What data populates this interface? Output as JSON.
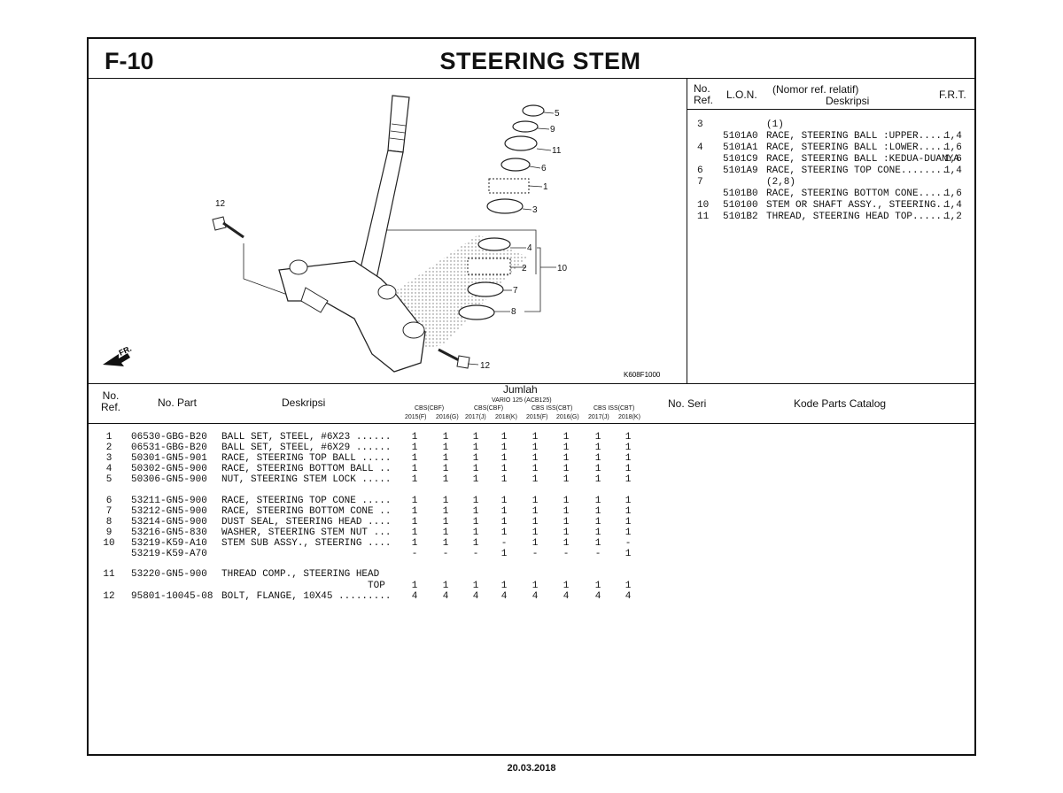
{
  "page": {
    "code": "F-10",
    "title": "STEERING STEM",
    "date": "20.03.2018"
  },
  "diagram": {
    "figure_id": "K608F1000",
    "fr_label": "FR.",
    "callouts": [
      "5",
      "9",
      "11",
      "6",
      "1",
      "3",
      "12",
      "4",
      "2",
      "10",
      "7",
      "8",
      "12"
    ]
  },
  "ref_table": {
    "headers": {
      "no_ref": "No.\nRef.",
      "lon": "L.O.N.",
      "desc_top": "(Nomor ref. relatif)",
      "desc": "Deskripsi",
      "frt": "F.R.T."
    },
    "rows": [
      {
        "ref": "3",
        "lon": "",
        "desc": "(1)",
        "frt": ""
      },
      {
        "ref": "",
        "lon": "5101A0",
        "desc": "RACE, STEERING BALL :UPPER.....",
        "frt": "1,4"
      },
      {
        "ref": "4",
        "lon": "5101A1",
        "desc": "RACE, STEERING BALL :LOWER.....",
        "frt": "1,6"
      },
      {
        "ref": "",
        "lon": "5101C9",
        "desc": "RACE, STEERING BALL :KEDUA-DUANYA",
        "frt": "1,6"
      },
      {
        "ref": "6",
        "lon": "5101A9",
        "desc": "RACE, STEERING TOP CONE........",
        "frt": "1,4"
      },
      {
        "ref": "7",
        "lon": "",
        "desc": "(2,8)",
        "frt": ""
      },
      {
        "ref": "",
        "lon": "5101B0",
        "desc": "RACE, STEERING BOTTOM CONE.....",
        "frt": "1,6"
      },
      {
        "ref": "10",
        "lon": "510100",
        "desc": "STEM OR SHAFT ASSY., STEERING..",
        "frt": "1,4"
      },
      {
        "ref": "11",
        "lon": "5101B2",
        "desc": "THREAD, STEERING HEAD TOP......",
        "frt": "1,2"
      }
    ]
  },
  "parts_table": {
    "headers": {
      "no_ref": "No.\nRef.",
      "no_part": "No. Part",
      "desc": "Deskripsi",
      "jumlah": "Jumlah",
      "model": "VARIO 125 (ACB125)",
      "groups": [
        "CBS(CBF)",
        "CBS(CBF)",
        "CBS ISS(CBT)",
        "CBS ISS(CBT)"
      ],
      "years": [
        "2015(F)",
        "2016(G)",
        "2017(J)",
        "2018(K)",
        "2015(F)",
        "2016(G)",
        "2017(J)",
        "2018(K)"
      ],
      "no_seri": "No. Seri",
      "catalog": "Kode Parts Catalog"
    },
    "rows": [
      {
        "ref": "1",
        "part": "06530-GBG-B20",
        "desc": "BALL SET, STEEL, #6X23 ......",
        "q": [
          "1",
          "1",
          "1",
          "1",
          "1",
          "1",
          "1",
          "1"
        ]
      },
      {
        "ref": "2",
        "part": "06531-GBG-B20",
        "desc": "BALL SET, STEEL, #6X29 ......",
        "q": [
          "1",
          "1",
          "1",
          "1",
          "1",
          "1",
          "1",
          "1"
        ]
      },
      {
        "ref": "3",
        "part": "50301-GN5-901",
        "desc": "RACE, STEERING TOP BALL .....",
        "q": [
          "1",
          "1",
          "1",
          "1",
          "1",
          "1",
          "1",
          "1"
        ]
      },
      {
        "ref": "4",
        "part": "50302-GN5-900",
        "desc": "RACE, STEERING BOTTOM BALL ..",
        "q": [
          "1",
          "1",
          "1",
          "1",
          "1",
          "1",
          "1",
          "1"
        ]
      },
      {
        "ref": "5",
        "part": "50306-GN5-900",
        "desc": "NUT, STEERING STEM LOCK .....",
        "q": [
          "1",
          "1",
          "1",
          "1",
          "1",
          "1",
          "1",
          "1"
        ]
      },
      {
        "ref": "6",
        "part": "53211-GN5-900",
        "desc": "RACE, STEERING TOP CONE .....",
        "q": [
          "1",
          "1",
          "1",
          "1",
          "1",
          "1",
          "1",
          "1"
        ]
      },
      {
        "ref": "7",
        "part": "53212-GN5-900",
        "desc": "RACE, STEERING BOTTOM CONE ..",
        "q": [
          "1",
          "1",
          "1",
          "1",
          "1",
          "1",
          "1",
          "1"
        ]
      },
      {
        "ref": "8",
        "part": "53214-GN5-900",
        "desc": "DUST SEAL, STEERING HEAD ....",
        "q": [
          "1",
          "1",
          "1",
          "1",
          "1",
          "1",
          "1",
          "1"
        ]
      },
      {
        "ref": "9",
        "part": "53216-GN5-830",
        "desc": "WASHER, STEERING STEM NUT ...",
        "q": [
          "1",
          "1",
          "1",
          "1",
          "1",
          "1",
          "1",
          "1"
        ]
      },
      {
        "ref": "10",
        "part": "53219-K59-A10",
        "desc": "STEM SUB ASSY., STEERING ....",
        "q": [
          "1",
          "1",
          "1",
          "-",
          "1",
          "1",
          "1",
          "-"
        ]
      },
      {
        "ref": "",
        "part": "53219-K59-A70",
        "desc": "",
        "q": [
          "-",
          "-",
          "-",
          "1",
          "-",
          "-",
          "-",
          "1"
        ]
      },
      {
        "ref": "11",
        "part": "53220-GN5-900",
        "desc": "THREAD COMP., STEERING HEAD",
        "q": [
          "",
          "",
          "",
          "",
          "",
          "",
          "",
          ""
        ]
      },
      {
        "ref": "",
        "part": "",
        "desc": "                         TOP",
        "q": [
          "1",
          "1",
          "1",
          "1",
          "1",
          "1",
          "1",
          "1"
        ]
      },
      {
        "ref": "12",
        "part": "95801-10045-08",
        "desc": "BOLT, FLANGE, 10X45 .........",
        "q": [
          "4",
          "4",
          "4",
          "4",
          "4",
          "4",
          "4",
          "4"
        ]
      }
    ]
  }
}
